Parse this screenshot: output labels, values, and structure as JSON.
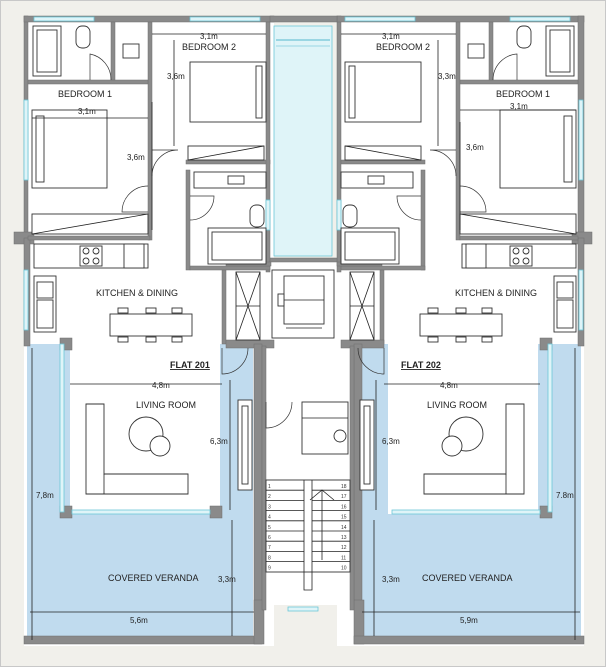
{
  "rooms": {
    "bedroom2_left": "BEDROOM 2",
    "bedroom2_right": "BEDROOM 2",
    "bedroom1_left": "BEDROOM 1",
    "bedroom1_right": "BEDROOM 1",
    "kitchen_left": "KITCHEN & DINING",
    "kitchen_right": "KITCHEN & DINING",
    "living_left": "LIVING ROOM",
    "living_right": "LIVING ROOM",
    "veranda_left": "COVERED VERANDA",
    "veranda_right": "COVERED VERANDA"
  },
  "flats": {
    "left": "FLAT 201",
    "right": "FLAT 202"
  },
  "dims": {
    "b2_left_w": "3,1m",
    "b2_left_h": "3,6m",
    "b1_left_w": "3,1m",
    "b1_left_h": "3,6m",
    "b2_right_w": "3,1m",
    "b2_right_h": "3,3m",
    "b1_right_w": "3,1m",
    "b1_right_h": "3,6m",
    "living_left_w": "4,8m",
    "living_left_h": "6,3m",
    "living_right_w": "4,8m",
    "living_right_h": "6,3m",
    "ver_left_w": "5,6m",
    "ver_left_h": "3,3m",
    "ver_left_tot": "7,8m",
    "ver_right_w": "5,9m",
    "ver_right_h": "3,3m",
    "ver_right_tot": "7.8m"
  },
  "stairs": {
    "left": [
      "1",
      "2",
      "3",
      "4",
      "5",
      "6",
      "7",
      "8",
      "9"
    ],
    "right": [
      "18",
      "17",
      "16",
      "15",
      "14",
      "13",
      "12",
      "11",
      "10"
    ]
  },
  "colors": {
    "background": "#f1f0eb",
    "wall": "#8a8a8a",
    "veranda": "#c0dbee",
    "glazing": "#6cc7d8"
  }
}
